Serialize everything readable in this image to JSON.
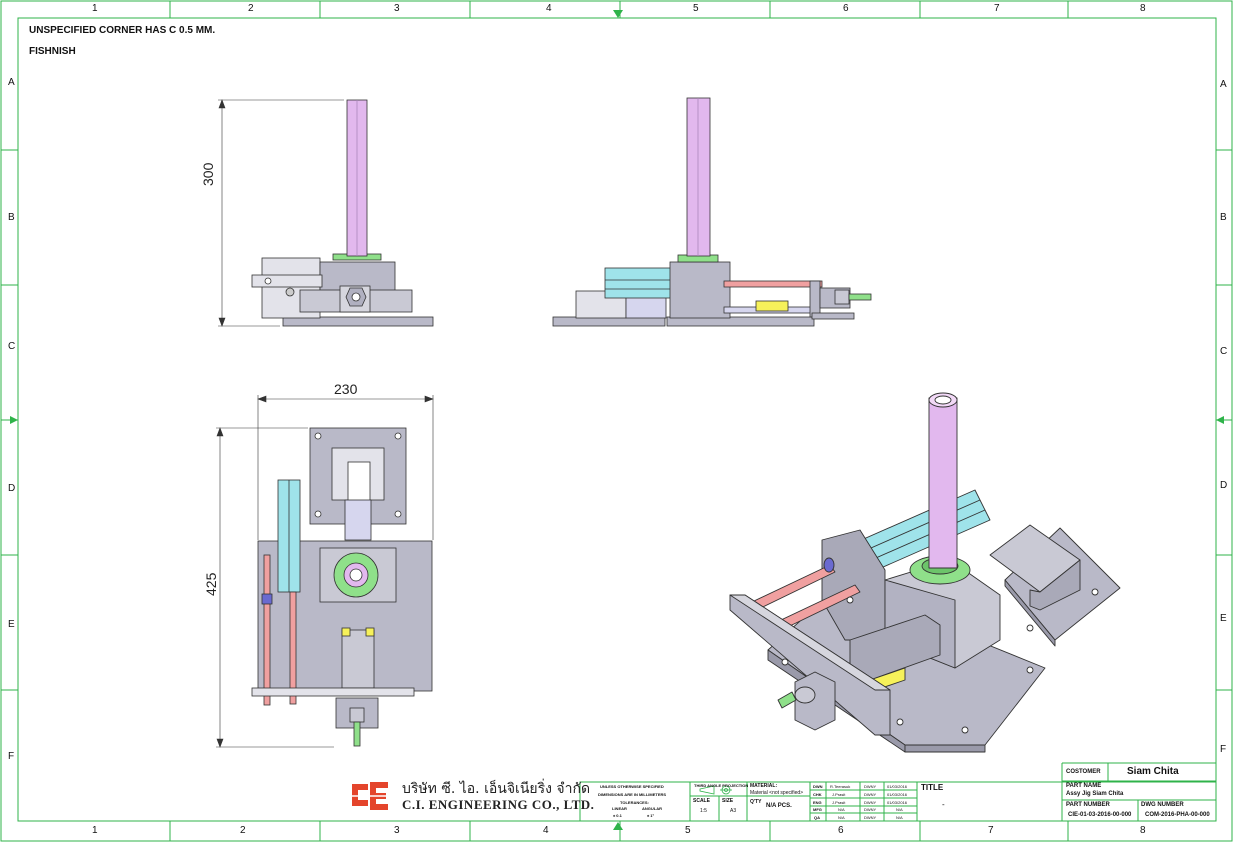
{
  "notes": {
    "line1": "UNSPECIFIED CORNER HAS C 0.5 MM.",
    "line2": "FISHNISH"
  },
  "zones": {
    "columns": [
      "1",
      "2",
      "3",
      "4",
      "5",
      "6",
      "7",
      "8"
    ],
    "rows": [
      "A",
      "B",
      "C",
      "D",
      "E",
      "F"
    ]
  },
  "dimensions": {
    "height_front": "300",
    "width_top": "230",
    "depth_top": "425"
  },
  "company": {
    "name_th": "บริษัท ซี. ไอ. เอ็นจิเนียริ่ง จำกัด",
    "name_en": "C.I. ENGINEERING CO., LTD."
  },
  "title_block": {
    "general_notes": [
      "UNLESS OTHERWISE SPECIFIED",
      "DIMENSIONS ARE IN MILLIMETERS",
      "TOLERANCES:"
    ],
    "tolerance_linear_label": "LINEAR",
    "tolerance_angular_label": "ANGULAR",
    "tolerance_linear": "± 0.1",
    "tolerance_angular": "± 1°",
    "projection_label": "THIRD ANGLE PROJECTION",
    "scale_label": "SCALE",
    "scale_value": "1:5",
    "size_label": "SIZE",
    "size_value": "A3",
    "material_label": "MATERIAL:",
    "material_value": "Material <not specified>",
    "qty_label": "Q'TY",
    "qty_value": "N/A PCS.",
    "approvals": [
      {
        "role": "DWN",
        "name": "R.Teerasuk",
        "sign": "DWNY",
        "date": "01/03/2016"
      },
      {
        "role": "CHK",
        "name": "J.Prasit",
        "sign": "DWNY",
        "date": "01/03/2016"
      },
      {
        "role": "ENG",
        "name": "J.Prasit",
        "sign": "DWNY",
        "date": "01/03/2016"
      },
      {
        "role": "MFG",
        "name": "N/A",
        "sign": "DWNY",
        "date": "N/A"
      },
      {
        "role": "QA",
        "name": "N/A",
        "sign": "DWNY",
        "date": "N/A"
      }
    ],
    "title_label": "TITLE",
    "title_value": "-",
    "customer_label": "COSTOMER",
    "customer_value": "Siam Chita",
    "part_name_label": "PART NAME",
    "part_name_value": "Assy Jig Siam Chita",
    "part_number_label": "PART NUMBER",
    "part_number_value": "CIE-01-03-2016-00-000",
    "dwg_number_label": "DWG NUMBER",
    "dwg_number_value": "COM-2016-PHA-00-000"
  },
  "colors": {
    "border_green": "#2fb34a",
    "part_gray": "#b9b9c8",
    "part_light": "#e3e3ea",
    "tube_pink": "#e2b8ee",
    "rail_cyan": "#9fe3ea",
    "ring_green": "#8fe08a",
    "pin_yellow": "#f6f15a",
    "rod_salmon": "#f0a0a0",
    "line_dark": "#333333"
  }
}
